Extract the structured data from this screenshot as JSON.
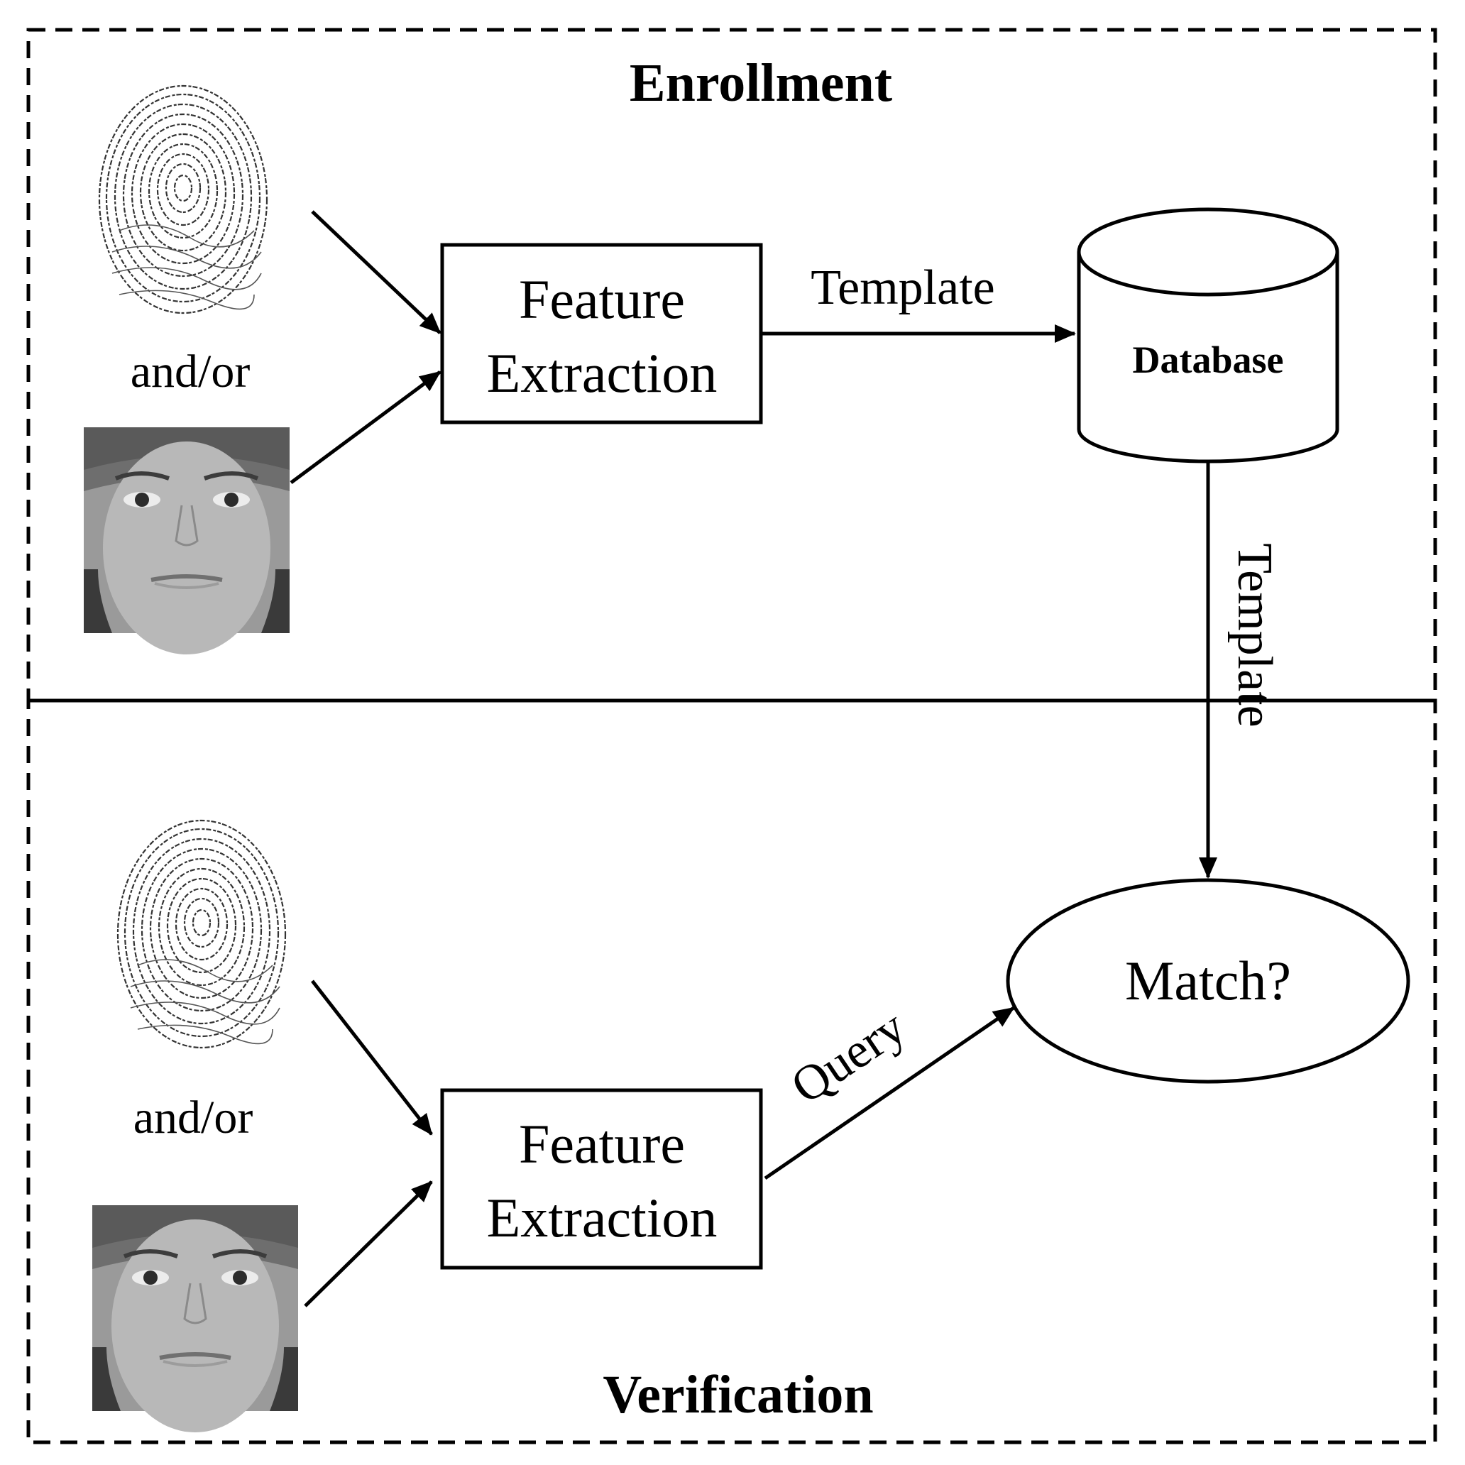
{
  "enrollment": {
    "title": "Enrollment",
    "and_or": "and/or",
    "feature_box": {
      "line1": "Feature",
      "line2": "Extraction"
    },
    "template_edge_label": "Template",
    "database_label": "Database"
  },
  "connector": {
    "template_edge_label": "Template"
  },
  "verification": {
    "title": "Verification",
    "and_or": "and/or",
    "feature_box": {
      "line1": "Feature",
      "line2": "Extraction"
    },
    "query_edge_label": "Query",
    "match_label": "Match?"
  },
  "icons": {
    "fingerprint": "fingerprint-icon",
    "face": "face-photo-icon"
  }
}
